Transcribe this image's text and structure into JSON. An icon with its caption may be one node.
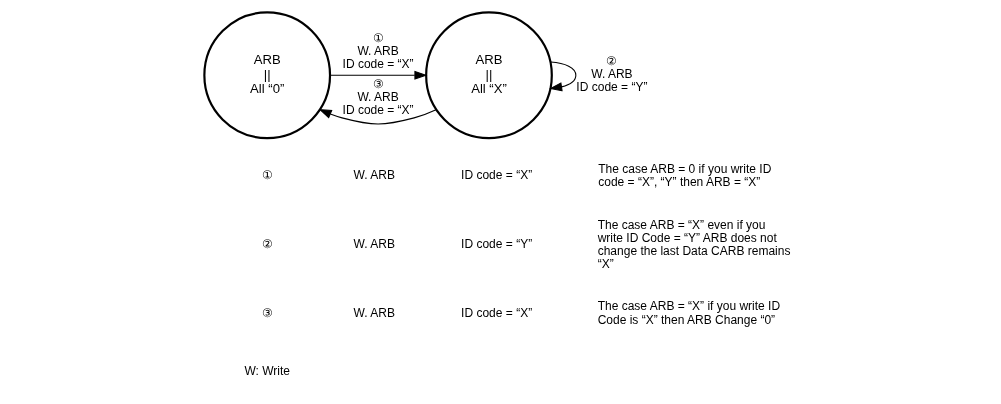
{
  "diagram": {
    "nodes": [
      {
        "text": [
          "ARB",
          "||",
          "All “0”"
        ]
      },
      {
        "text": [
          "ARB",
          "||",
          "All “X”"
        ]
      }
    ],
    "edges": [
      {
        "from": 0,
        "to": 1,
        "arrow": "to",
        "label": "① W. ARB ID code = “X”"
      },
      {
        "from": 1,
        "to": 1,
        "arrow": "to",
        "label": "② W. ARB ID code = “Y”"
      },
      {
        "from": 1,
        "to": 0,
        "arrow": "to",
        "label": "③ W. ARB ID code = “X”"
      }
    ],
    "labels": [
      "①",
      "W. ARB",
      "ID code = “X”",
      "The case ARB = 0 if you write ID code = “X”, “Y” then ARB = “X”",
      "②",
      "W. ARB",
      "ID code = “Y”",
      "The case ARB = “X” even if you write ID Code = “Y” ARB does not change the last Data CARB remains “X”",
      "③",
      "W. ARB",
      "ID code = “X”",
      "The case ARB = “X” if you write ID Code is “X” then ARB Change “0”",
      "W: Write"
    ]
  }
}
